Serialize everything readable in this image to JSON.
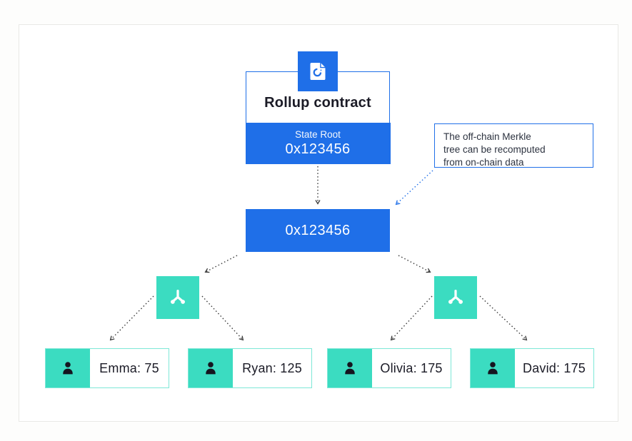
{
  "diagram": {
    "type": "merkle-tree-rollup",
    "root_contract": {
      "title": "Rollup contract",
      "state_label": "State Root",
      "state_value": "0x123456"
    },
    "note": {
      "lines": [
        "The off-chain Merkle",
        "tree can be recomputed",
        "from on-chain data"
      ]
    },
    "merkle_root": {
      "value": "0x123456"
    },
    "leaves": [
      {
        "label": "Emma: 75"
      },
      {
        "label": "Ryan: 125"
      },
      {
        "label": "Olivia: 175"
      },
      {
        "label": "David: 175"
      }
    ],
    "icons": [
      "contract-document-icon",
      "merkle-branch-icon",
      "person-icon"
    ],
    "colors": {
      "blue": "#1f6fe8",
      "teal": "#3bdcc1",
      "leaf_border": "#7ee8d7",
      "arrow": "#3a3a3a",
      "note_border": "#2170e8",
      "text_dark": "#1b1b26"
    }
  }
}
